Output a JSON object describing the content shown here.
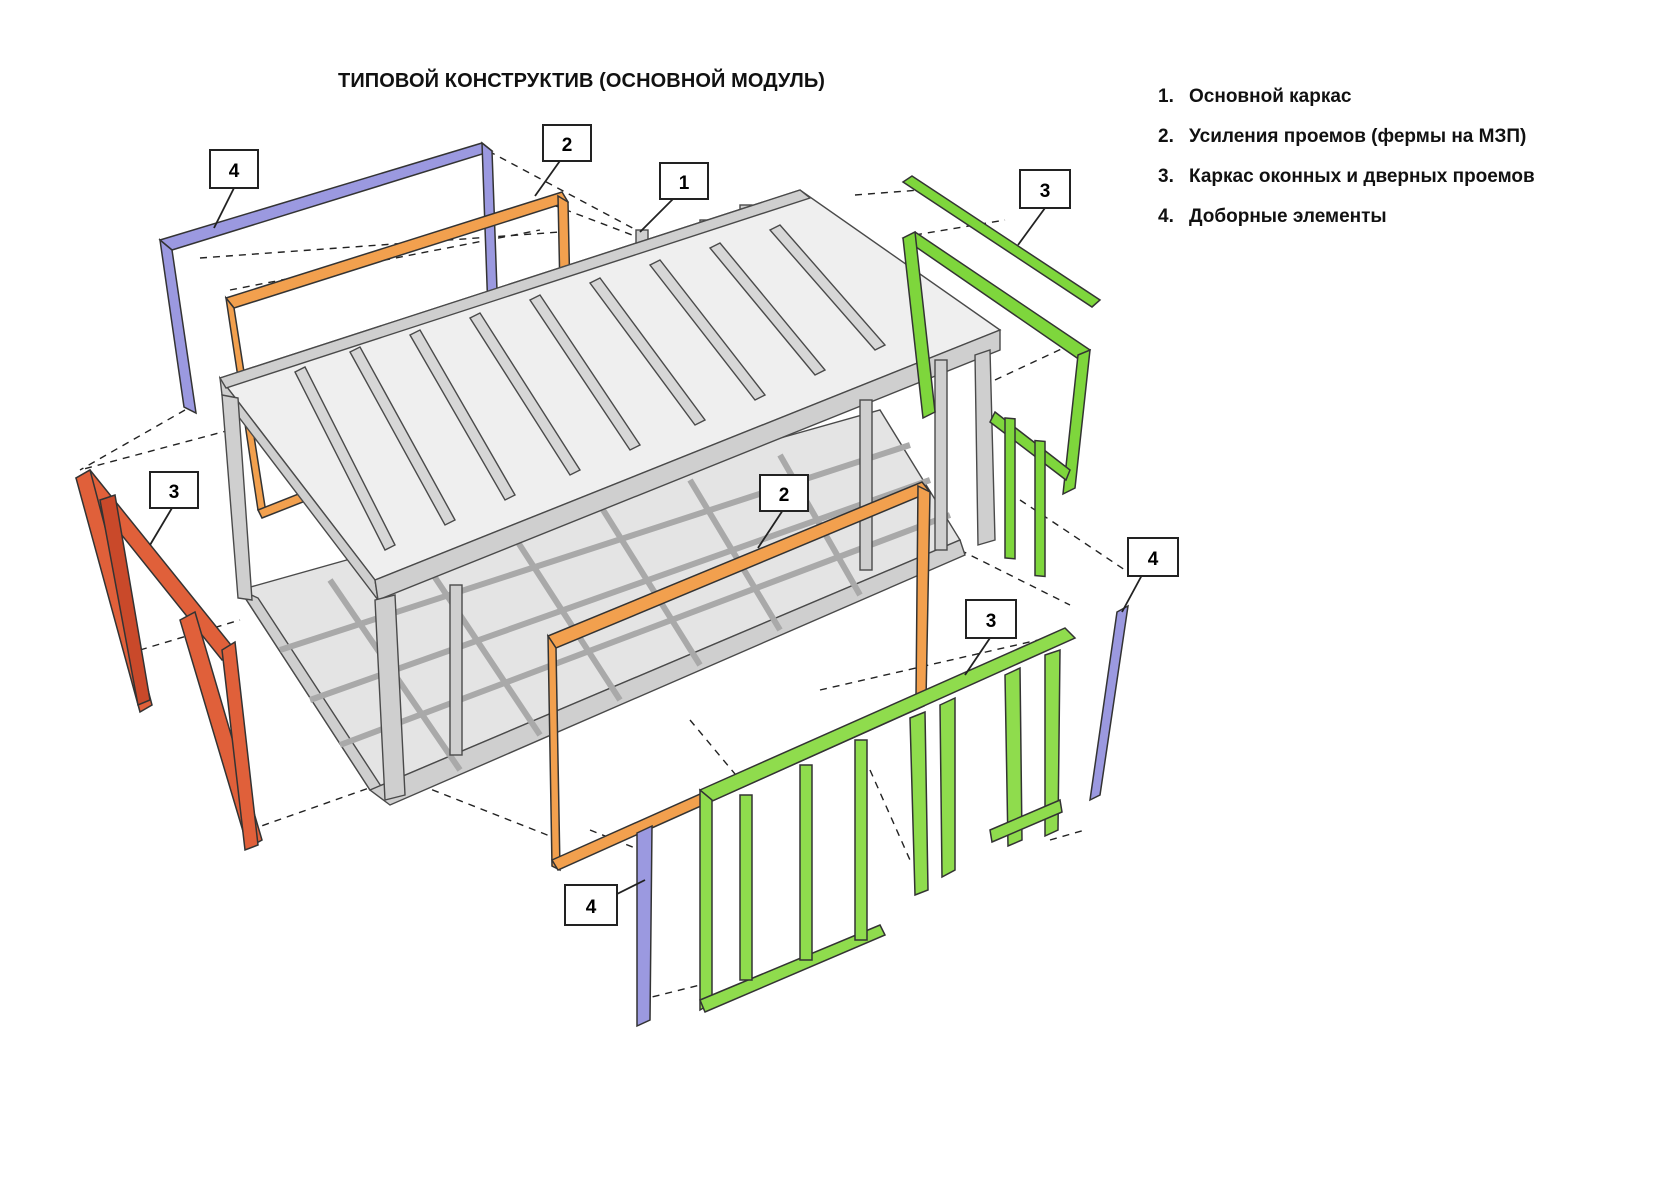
{
  "title": "ТИПОВОЙ КОНСТРУКТИВ (ОСНОВНОЙ МОДУЛЬ)",
  "legend": [
    {
      "num": "1.",
      "text": "Основной каркас"
    },
    {
      "num": "2.",
      "text": "Усиления проемов (фермы на МЗП)"
    },
    {
      "num": "3.",
      "text": "Каркас оконных и дверных проемов"
    },
    {
      "num": "4.",
      "text": "Доборные элементы"
    }
  ],
  "callouts": {
    "c1": "1",
    "c2a": "2",
    "c2b": "2",
    "c3a": "3",
    "c3b": "3",
    "c3c": "3",
    "c4a": "4",
    "c4b": "4",
    "c4c": "4"
  },
  "colors": {
    "frame": "#c9c9c9",
    "frame_stroke": "#4a4a4a",
    "reinforcement": "#f2a04e",
    "opening_frame_green": "#8fdc4d",
    "opening_frame_red": "#e0603a",
    "extra_elements": "#9b99e0"
  }
}
